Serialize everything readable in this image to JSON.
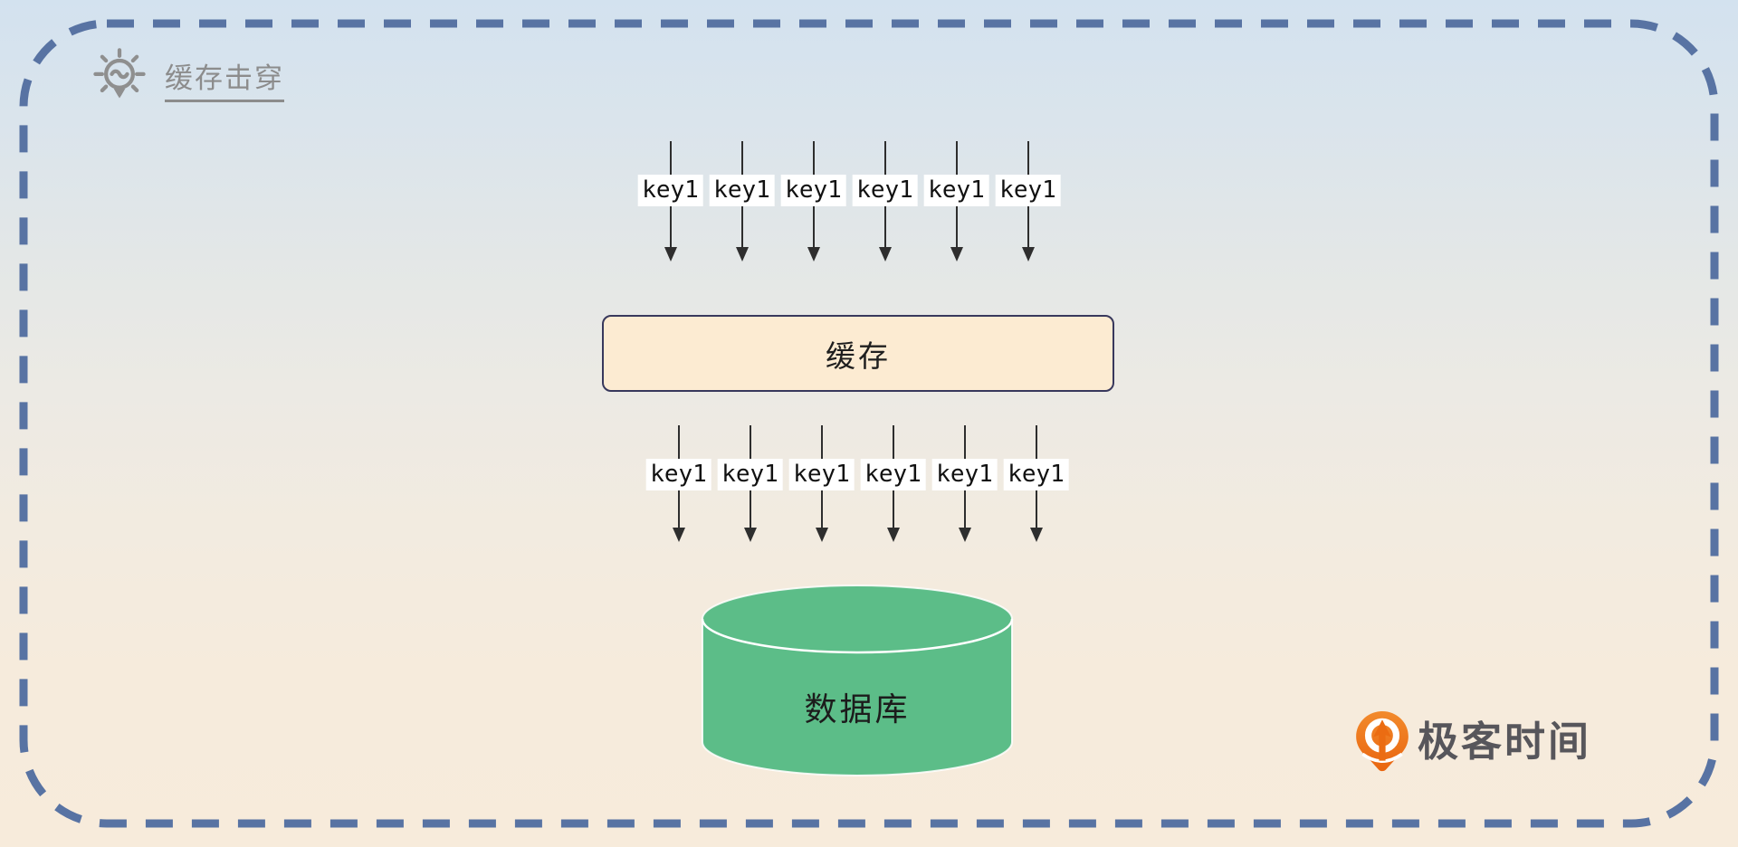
{
  "page": {
    "title": "缓存击穿"
  },
  "top_arrows": {
    "labels": [
      "key1",
      "key1",
      "key1",
      "key1",
      "key1",
      "key1"
    ]
  },
  "cache": {
    "label": "缓存"
  },
  "bottom_arrows": {
    "labels": [
      "key1",
      "key1",
      "key1",
      "key1",
      "key1",
      "key1"
    ]
  },
  "database": {
    "label": "数据库"
  },
  "logo": {
    "brand": "极客时间"
  },
  "icons": {
    "header": "lightbulb-icon",
    "brand": "geektime-q-pin-icon",
    "arrows": "arrow-down-icon"
  },
  "colors": {
    "background_top": "#D3E2EF",
    "background_bottom": "#F7EBDB",
    "dashed_border": "#5873A3",
    "title_gray": "#8C8C8C",
    "arrow": "#2E2E2E",
    "key_label_bg": "#FFFFFF",
    "cache_fill": "#FCEBD2",
    "cache_border": "#38385C",
    "cylinder_green": "#5CBD88",
    "logo_orange": "#EE7623",
    "logo_text_gray": "#57565B"
  }
}
